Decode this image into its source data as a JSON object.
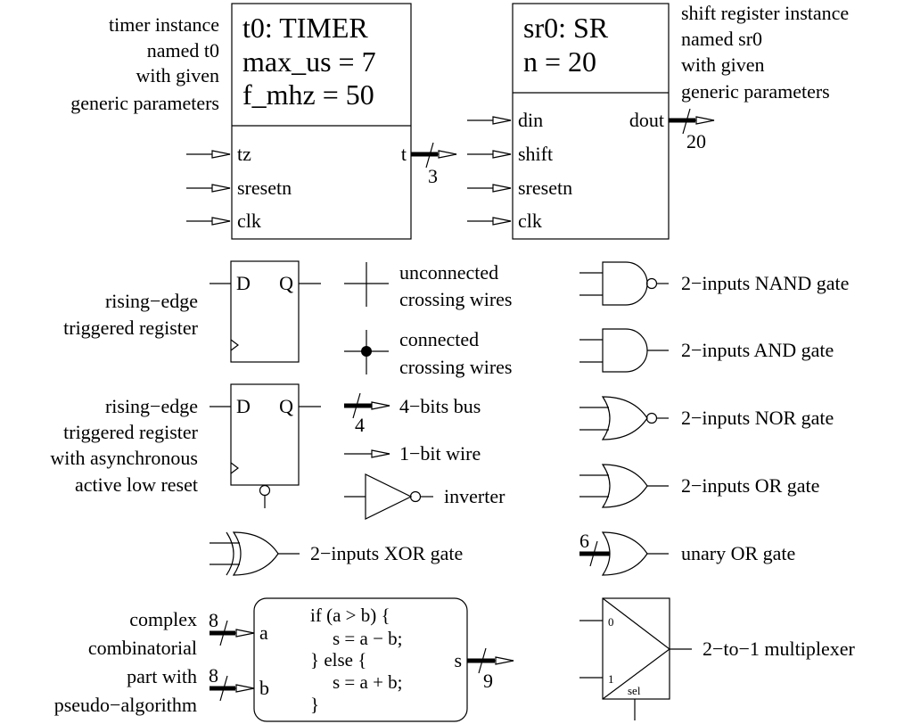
{
  "timer": {
    "title": "t0: TIMER",
    "params": [
      "max_us = 7",
      "f_mhz = 50"
    ],
    "ports_in": [
      "tz",
      "sresetn",
      "clk"
    ],
    "port_out": "t",
    "out_width": "3",
    "note": [
      "timer instance",
      "named t0",
      "with given",
      "generic parameters"
    ]
  },
  "sr": {
    "title": "sr0: SR",
    "params": [
      "n = 20"
    ],
    "ports_in": [
      "din",
      "shift",
      "sresetn",
      "clk"
    ],
    "port_out": "dout",
    "out_width": "20",
    "note": [
      "shift register instance",
      "named sr0",
      "with given",
      "generic parameters"
    ]
  },
  "register": {
    "d": "D",
    "q": "Q",
    "note": [
      "rising−edge",
      "triggered register"
    ]
  },
  "register_reset": {
    "d": "D",
    "q": "Q",
    "note": [
      "rising−edge",
      "triggered register",
      "with asynchronous",
      "active low reset"
    ]
  },
  "wires": {
    "unconnected": [
      "unconnected",
      "crossing wires"
    ],
    "connected": [
      "connected",
      "crossing wires"
    ],
    "bus_width": "4",
    "bus": "4−bits bus",
    "wire": "1−bit wire",
    "inverter": "inverter"
  },
  "gates": {
    "nand": "2−inputs NAND gate",
    "and": "2−inputs AND gate",
    "nor": "2−inputs NOR gate",
    "or": "2−inputs OR gate",
    "xor": "2−inputs XOR gate",
    "unary_or": "unary OR gate",
    "unary_width": "6"
  },
  "combinatorial": {
    "note": [
      "complex",
      "combinatorial",
      "part with",
      "pseudo−algorithm"
    ],
    "in_a": "a",
    "in_b": "b",
    "width_a": "8",
    "width_b": "8",
    "out": "s",
    "out_width": "9",
    "code": [
      "if (a > b) {",
      "s = a − b;",
      "} else {",
      "s = a + b;",
      "}"
    ]
  },
  "mux": {
    "in0": "0",
    "in1": "1",
    "sel": "sel",
    "label": "2−to−1 multiplexer"
  }
}
